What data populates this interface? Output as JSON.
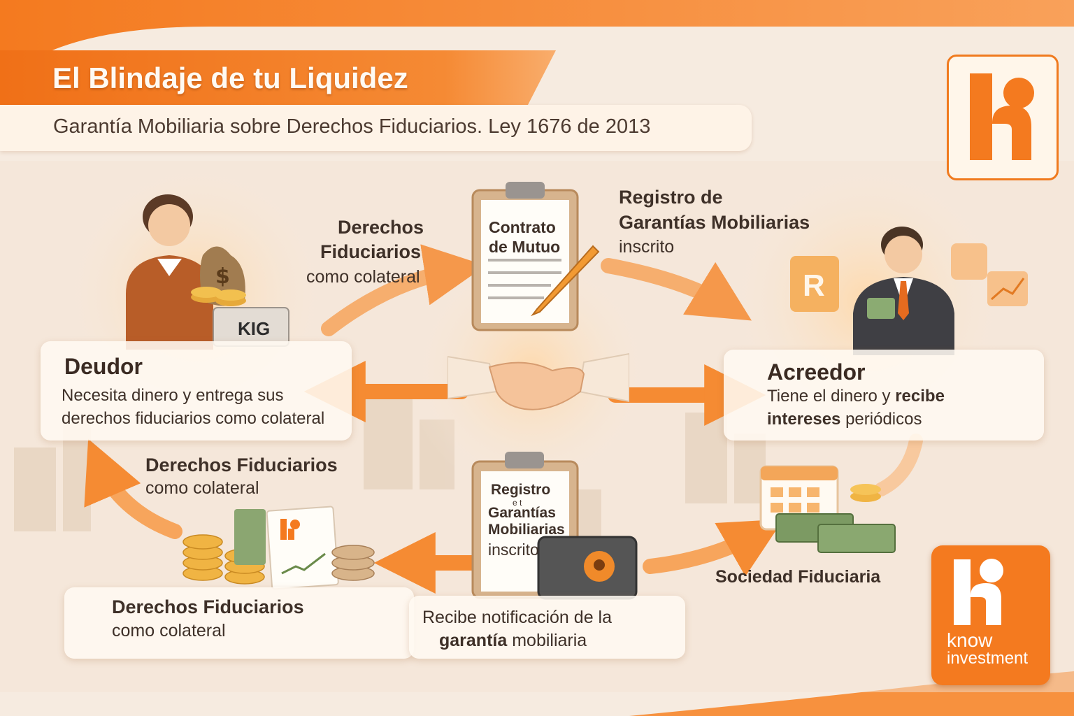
{
  "header": {
    "title": "El Blindaje de tu Liquidez",
    "subtitle": "Garantía Mobiliaria sobre Derechos Fiduciarios. Ley 1676 de 2013"
  },
  "deudor": {
    "name": "Deudor",
    "desc_line1": "Necesita dinero y entrega sus",
    "desc_line2": "derechos fiduciarios como colateral",
    "box_label": "KIG",
    "bag_symbol": "$"
  },
  "acreedor": {
    "name": "Acreedor",
    "desc_line1_a": "Tiene el dinero y ",
    "desc_line1_b": "recibe",
    "desc_line2_a": "intereses",
    "desc_line2_b": " periódicos",
    "registry_icon_letter": "R"
  },
  "top_flow": {
    "label_line1": "Derechos",
    "label_line2": "Fiduciarios",
    "label_line3": "como colateral",
    "contract_line1": "Contrato",
    "contract_line2": "de Mutuo",
    "registry_line1": "Registro de",
    "registry_line2": "Garantías Mobiliarias",
    "registry_line3": "inscrito"
  },
  "bottom_flow": {
    "left_label_line1": "Derechos Fiduciarios",
    "left_label_line2": "como colateral",
    "card_line1": "Derechos Fiduciarios",
    "card_line2": "como colateral",
    "clipboard_line1": "Registro",
    "clipboard_line2": "e t",
    "clipboard_line3": "Garantías",
    "clipboard_line4": "Mobiliarias",
    "clipboard_line5": "inscrito",
    "notice_line1": "Recibe notificación de la",
    "notice_line2_a": "garantía",
    "notice_line2_b": " mobiliaria",
    "fiduciaria": "Sociedad Fiduciaria"
  },
  "brand": {
    "word1": "know",
    "word2": "investment"
  },
  "colors": {
    "accent": "#f47a1f",
    "accent_light": "#f9a55a",
    "text_dark": "#3a2a22",
    "paper": "#fff6ea"
  }
}
